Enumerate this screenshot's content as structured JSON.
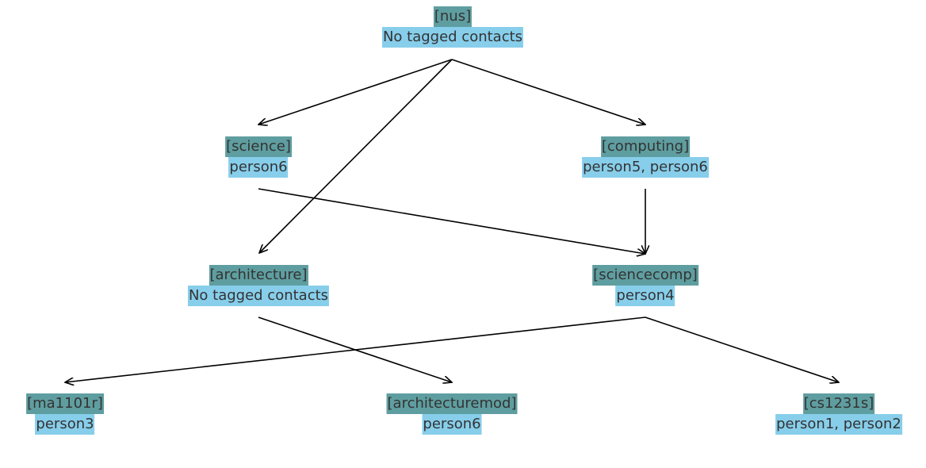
{
  "graph": {
    "nodes": [
      {
        "id": "nus",
        "tag": "[nus]",
        "contacts": "No tagged contacts"
      },
      {
        "id": "science",
        "tag": "[science]",
        "contacts": "person6"
      },
      {
        "id": "computing",
        "tag": "[computing]",
        "contacts": "person5, person6"
      },
      {
        "id": "architecture",
        "tag": "[architecture]",
        "contacts": "No tagged contacts"
      },
      {
        "id": "sciencecomp",
        "tag": "[sciencecomp]",
        "contacts": "person4"
      },
      {
        "id": "ma1101r",
        "tag": "[ma1101r]",
        "contacts": "person3"
      },
      {
        "id": "architecturemod",
        "tag": "[architecturemod]",
        "contacts": "person6"
      },
      {
        "id": "cs1231s",
        "tag": "[cs1231s]",
        "contacts": "person1, person2"
      }
    ],
    "edges": [
      {
        "from": "nus",
        "to": "science"
      },
      {
        "from": "nus",
        "to": "computing"
      },
      {
        "from": "nus",
        "to": "architecture"
      },
      {
        "from": "science",
        "to": "sciencecomp"
      },
      {
        "from": "computing",
        "to": "sciencecomp"
      },
      {
        "from": "architecture",
        "to": "architecturemod"
      },
      {
        "from": "sciencecomp",
        "to": "ma1101r"
      },
      {
        "from": "sciencecomp",
        "to": "cs1231s"
      }
    ]
  }
}
